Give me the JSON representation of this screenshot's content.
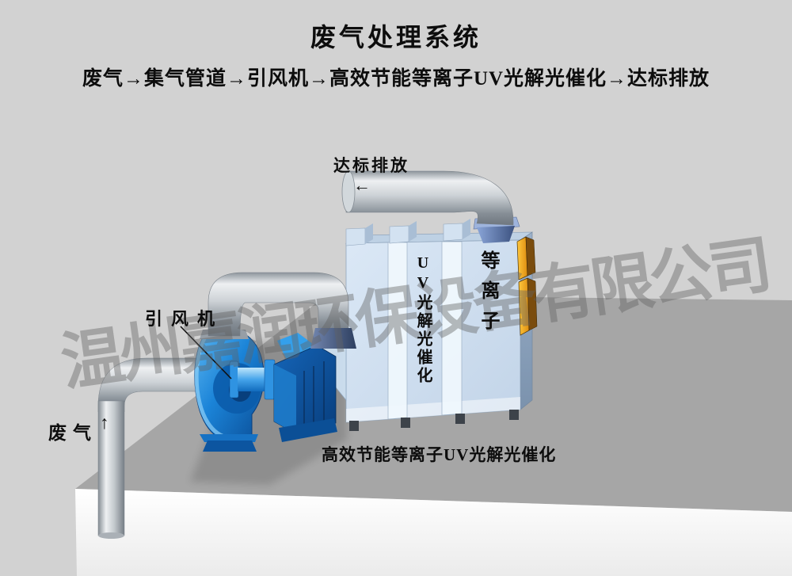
{
  "header": {
    "title": "废气处理系统",
    "flow_line": "废气→集气管道→引风机→高效节能等离子UV光解光催化→达标排放"
  },
  "diagram": {
    "discharge_label": "达标排放",
    "discharge_arrow": "←",
    "fan_label": "引风机",
    "inlet_label": "废气",
    "inlet_arrow": "↑",
    "caption": "高效节能等离子UV光解光催化",
    "box_column_uv": "UV光解光催化",
    "box_column_plasma": "等离子"
  },
  "watermark": {
    "text": "温州嘉润环保设备有限公司"
  },
  "colors": {
    "background": "#d2d2d2",
    "platform_top": "#a6a6a6",
    "platform_front": "#fbfbfb",
    "box_front": "#d5e4f3",
    "box_side": "#8fa6c0",
    "plasma_module_orange": "#f2a51f",
    "fan_blue": "#1b84d8",
    "pipe_silver": "#c6cbd0",
    "funnel_blue": "#7e9bd0"
  }
}
